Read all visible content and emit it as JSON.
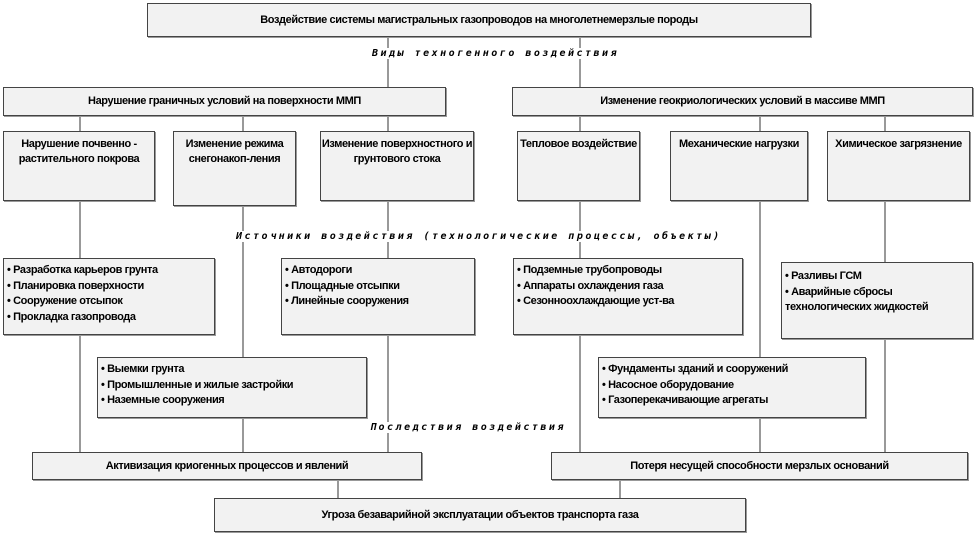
{
  "title": "Воздействие системы магистральных газопроводов на многолетнемерзлые породы",
  "labels": {
    "types": "Виды техногенного воздействия",
    "sources": "Источники воздействия (технологические процессы, объекты)",
    "consequences": "Последствия воздействия"
  },
  "groups": {
    "left": "Нарушение граничных условий на поверхности ММП",
    "right": "Изменение геокриологических условий в массиве ММП"
  },
  "types": [
    "Нарушение почвенно - растительного покрова",
    "Изменение режима снегонакоп-ления",
    "Изменение поверхностного и грунтового стока",
    "Тепловое воздействие",
    "Механические нагрузки",
    "Химическое загрязнение"
  ],
  "sources": {
    "a": [
      "• Разработка карьеров грунта",
      "• Планировка поверхности",
      "• Сооружение отсыпок",
      "• Прокладка газопровода"
    ],
    "b": [
      "• Автодороги",
      "• Площадные отсыпки",
      "• Линейные сооружения"
    ],
    "c": [
      "• Подземные трубопроводы",
      "• Аппараты охлаждения газа",
      "• Сезонноохлаждающие уст-ва"
    ],
    "d": [
      "• Разливы ГСМ",
      "• Аварийные сбросы",
      "технологических жидкостей"
    ],
    "e": [
      "• Выемки грунта",
      "• Промышленные и жилые застройки",
      "• Наземные сооружения"
    ],
    "f": [
      "• Фундаменты зданий и сооружений",
      "• Насосное оборудование",
      "• Газоперекачивающие агрегаты"
    ]
  },
  "consequences": {
    "left": "Активизация криогенных процессов и явлений",
    "right": "Потеря несущей способности мерзлых оснований"
  },
  "final": "Угроза безаварийной эксплуатации объектов транспорта газа"
}
